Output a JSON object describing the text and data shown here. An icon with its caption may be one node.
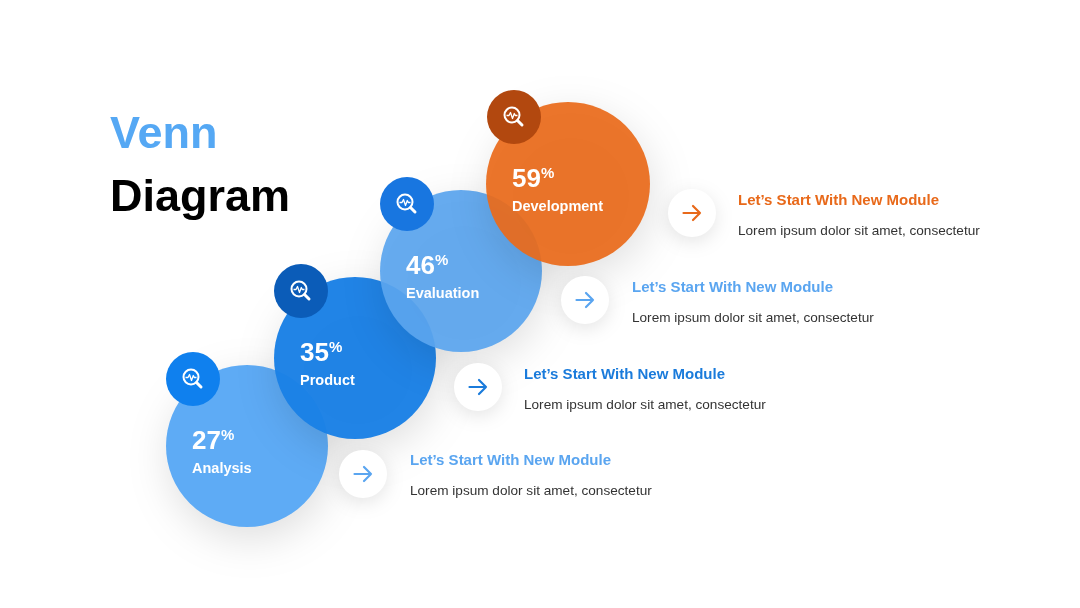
{
  "diagram": {
    "title": "Venn Diagram",
    "nodes": [
      {
        "text": [
          "59$^{%}$",
          "Development"
        ]
      },
      {
        "text": [
          "46$^{%}$",
          "Evaluation"
        ]
      },
      {
        "text": [
          "35$^{%}$",
          "Product"
        ]
      },
      {
        "text": [
          "27$^{%}$",
          "Analysis"
        ]
      }
    ],
    "labels": [
      "Let’s Start With New Module",
      "Lorem ipsum dolor sit amet, consectetur",
      "Let’s Start With New Module",
      "Lorem ipsum dolor sit amet, consectetur",
      "Let’s Start With New Module",
      "Lorem ipsum dolor sit amet, consectetur",
      "Let’s Start With New Module",
      "Lorem ipsum dolor sit amet, consectetur"
    ]
  }
}
